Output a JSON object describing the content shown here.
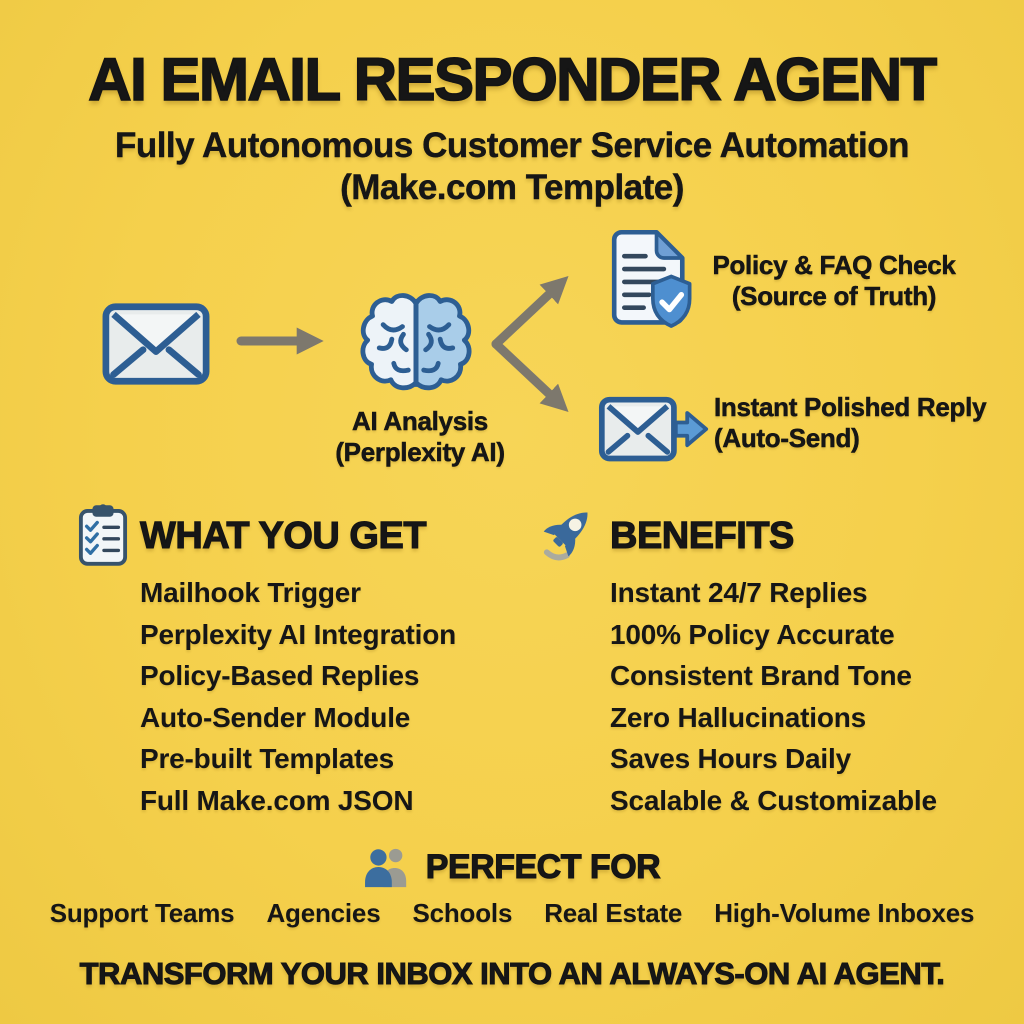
{
  "title": "AI EMAIL RESPONDER AGENT",
  "subtitle": {
    "line1": "Fully Autonomous Customer Service Automation",
    "line2": "(Make.com Template)"
  },
  "flow": {
    "ai_label": [
      "AI Analysis",
      "(Perplexity AI)"
    ],
    "policy_check": [
      "Policy & FAQ Check",
      "(Source of Truth)"
    ],
    "instant_reply": [
      "Instant Polished Reply",
      "(Auto-Send)"
    ]
  },
  "what_you_get": {
    "heading": "WHAT YOU GET",
    "items": [
      "Mailhook Trigger",
      "Perplexity AI Integration",
      "Policy-Based Replies",
      "Auto-Sender Module",
      "Pre-built Templates",
      "Full Make.com JSON"
    ]
  },
  "benefits": {
    "heading": "BENEFITS",
    "items": [
      "Instant 24/7 Replies",
      "100% Policy Accurate",
      "Consistent Brand Tone",
      "Zero Hallucinations",
      "Saves Hours Daily",
      "Scalable & Customizable"
    ]
  },
  "perfect_for": {
    "heading": "PERFECT FOR",
    "audiences": [
      "Support Teams",
      "Agencies",
      "Schools",
      "Real Estate",
      "High-Volume Inboxes"
    ]
  },
  "tagline": "TRANSFORM YOUR INBOX INTO AN ALWAYS-ON AI AGENT.",
  "icons": {
    "flow_input": "incoming-email-envelope",
    "flow_arrow": "right-arrow",
    "flow_processor": "ai-brain",
    "flow_branch_top": "policy-document-shield-check",
    "flow_branch_bottom": "outgoing-email-send",
    "what_you_get": "checklist-clipboard",
    "benefits": "rocket",
    "perfect_for": "people-group"
  },
  "colors": {
    "background": "#F5D04C",
    "text": "#161616",
    "icon_outline_blue": "#2D5E93",
    "icon_fill_light": "#E9EDEC",
    "brain_left": "#EDF3F8",
    "brain_right": "#A9CDE9",
    "shield_blue": "#4E8FD0",
    "arrow_gray": "#7D786D",
    "rocket_blue": "#3A699B",
    "people_gray": "#9B9B92"
  }
}
